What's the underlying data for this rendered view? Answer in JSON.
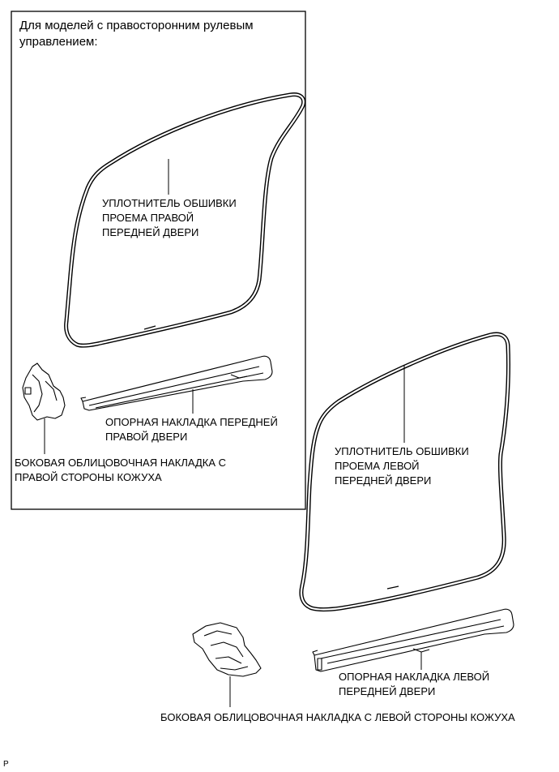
{
  "inset": {
    "title": "Для моделей с правосторонним рулевым\nуправлением:",
    "labels": {
      "right_weatherstrip": "УПЛОТНИТЕЛЬ ОБШИВКИ\nПРОЕМА ПРАВОЙ\nПЕРЕДНЕЙ ДВЕРИ",
      "right_scuff_plate": "ОПОРНАЯ НАКЛАДКА ПЕРЕДНЕЙ\nПРАВОЙ ДВЕРИ",
      "right_cowl_side_trim": "БОКОВАЯ ОБЛИЦОВОЧНАЯ НАКЛАДКА С\nПРАВОЙ СТОРОНЫ КОЖУХА"
    }
  },
  "main": {
    "labels": {
      "left_weatherstrip": "УПЛОТНИТЕЛЬ ОБШИВКИ\nПРОЕМА ЛЕВОЙ\nПЕРЕДНЕЙ ДВЕРИ",
      "left_scuff_plate": "ОПОРНАЯ НАКЛАДКА ЛЕВОЙ\nПЕРЕДНЕЙ ДВЕРИ",
      "left_cowl_side_trim": "БОКОВАЯ ОБЛИЦОВОЧНАЯ НАКЛАДКА С ЛЕВОЙ СТОРОНЫ КОЖУХА"
    }
  },
  "footer": {
    "code": "P"
  }
}
